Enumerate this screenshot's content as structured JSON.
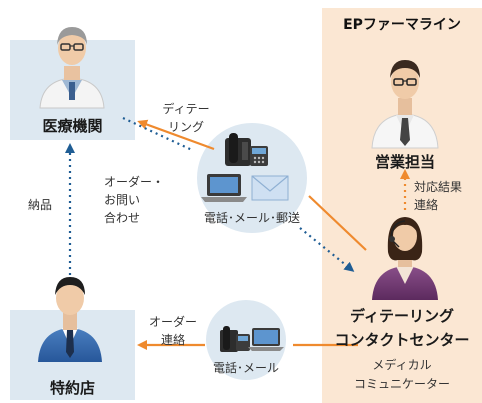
{
  "panel": {
    "title": "EPファーマライン"
  },
  "nodes": {
    "medical": "医療機関",
    "dealer": "特約店",
    "sales": "営業担当",
    "center_line1": "ディテーリング",
    "center_line2": "コンタクトセンター",
    "center_sub1": "メディカル",
    "center_sub2": "コミュニケーター"
  },
  "labels": {
    "detailing_1": "ディテー",
    "detailing_2": "リング",
    "order_inq_1": "オーダー・",
    "order_inq_2": "お問い",
    "order_inq_3": "合わせ",
    "delivery": "納品",
    "report_1": "対応結果",
    "report_2": "連絡",
    "order_contact_1": "オーダー",
    "order_contact_2": "連絡",
    "channels_top": "電話･メール･郵送",
    "channels_bottom": "電話･メール"
  },
  "colors": {
    "panel_bg": "#fbe7d3",
    "node_bg": "#dde8f1",
    "orange_arrow": "#ef8a2e",
    "blue_arrow": "#1f5d94",
    "hub_bg": "#dde8f1"
  },
  "icons": [
    "doctor-icon",
    "salesman-icon",
    "dealer-person-icon",
    "operator-icon",
    "phone-icon",
    "laptop-icon",
    "envelope-icon"
  ]
}
